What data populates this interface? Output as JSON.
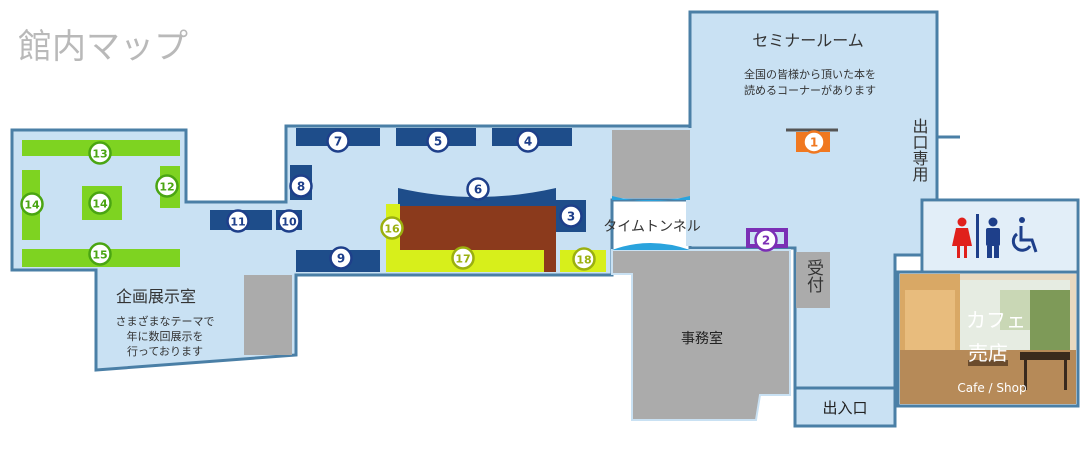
{
  "title": "館内マップ",
  "rooms": {
    "seminar": {
      "name": "セミナールーム",
      "desc_lines": [
        "全国の皆様から頂いた本を",
        "読めるコーナーがあります"
      ]
    },
    "exhibition": {
      "name": "企画展示室",
      "desc_lines": [
        "さまざまなテーマで",
        "年に数回展示を",
        "行っております"
      ]
    },
    "office": {
      "name": "事務室"
    },
    "time_tunnel": {
      "name": "タイムトンネル"
    },
    "reception": {
      "name": "受付"
    },
    "exit_only": {
      "name": "出口専用"
    },
    "entrance": {
      "name": "出入口"
    },
    "cafe": {
      "name": "カフェ",
      "name2": "売店",
      "subtitle": "Cafe / Shop"
    }
  },
  "facilities": [
    "female-toilet",
    "male-toilet",
    "wheelchair-accessible"
  ],
  "markers": [
    {
      "num": "1",
      "color": "#f07820"
    },
    {
      "num": "2",
      "color": "#7b2fb5"
    },
    {
      "num": "3",
      "color": "#1e3f8a"
    },
    {
      "num": "4",
      "color": "#1e3f8a"
    },
    {
      "num": "5",
      "color": "#1e3f8a"
    },
    {
      "num": "6",
      "color": "#1e3f8a"
    },
    {
      "num": "7",
      "color": "#1e3f8a"
    },
    {
      "num": "8",
      "color": "#1e3f8a"
    },
    {
      "num": "9",
      "color": "#1e3f8a"
    },
    {
      "num": "10",
      "color": "#1e3f8a"
    },
    {
      "num": "11",
      "color": "#1e3f8a"
    },
    {
      "num": "12",
      "color": "#4aa512"
    },
    {
      "num": "13",
      "color": "#4aa512"
    },
    {
      "num": "14",
      "color": "#4aa512"
    },
    {
      "num": "14",
      "color": "#4aa512"
    },
    {
      "num": "15",
      "color": "#4aa512"
    },
    {
      "num": "16",
      "color": "#9bb00f"
    },
    {
      "num": "17",
      "color": "#9bb00f"
    },
    {
      "num": "18",
      "color": "#9bb00f"
    }
  ],
  "colors": {
    "floor": "#c9e1f3",
    "wall": "#4a7fa6",
    "green": "#7ed321",
    "lime": "#d7ef1b",
    "navy": "#1e4d8a",
    "brown": "#8b3a1c",
    "gray": "#ababab",
    "orange": "#f07820",
    "purple": "#7b2fb5"
  }
}
